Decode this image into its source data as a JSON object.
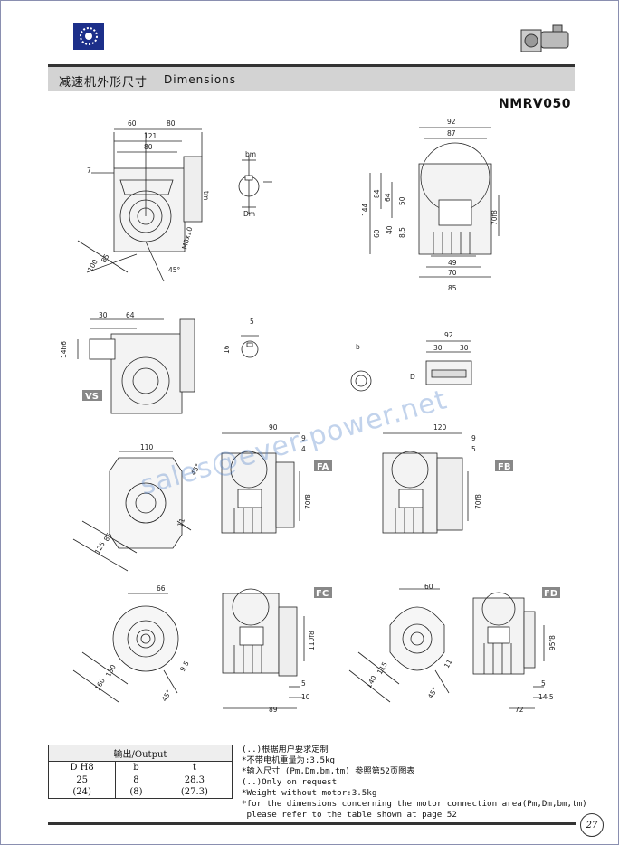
{
  "header": {
    "title_cn": "减速机外形尺寸",
    "title_en": "Dimensions",
    "logo_icon": "gear-logo-icon",
    "thumbnail_icon": "gearmotor-thumbnail-icon"
  },
  "model": "NMRV050",
  "watermark": "sales@ever-power.net",
  "labels": {
    "vs": "VS",
    "fa": "FA",
    "fb": "FB",
    "fc": "FC",
    "fd": "FD"
  },
  "dims": {
    "d60": "60",
    "d80": "80",
    "d121": "121",
    "d80b": "80",
    "d7": "7",
    "d100": "100",
    "d85": "85",
    "d45": "45°",
    "m8": "M8x10",
    "bm": "bm",
    "tm": "tm",
    "Dm": "Dm",
    "d92": "92",
    "d87": "87",
    "d144": "144",
    "d84": "84",
    "d64": "64",
    "d50": "50",
    "d60b": "60",
    "d40": "40",
    "d8": "8.5",
    "d70f8": "70f8",
    "d49": "49",
    "d70": "70",
    "d85b": "85",
    "d30": "30",
    "d64b": "64",
    "d14h6": "14h6",
    "d5": "5",
    "d16": "16",
    "b": "b",
    "D": "D",
    "d92b": "92",
    "d30b": "30",
    "d30c": "30",
    "d110": "110",
    "d45b": "45°",
    "d85c": "85",
    "d125": "125",
    "d11": "11",
    "d90": "90",
    "d9": "9",
    "d4": "4",
    "d70f8b": "70f8",
    "d120": "120",
    "d9b": "9",
    "d5b": "5",
    "d70f8c": "70f8",
    "d66": "66",
    "d130": "130",
    "d160": "160",
    "d45c": "45°",
    "d95": "9.5",
    "d110f8": "110f8",
    "d5c": "5",
    "d10": "10",
    "d89": "89",
    "d60c": "60",
    "d115": "115",
    "d140": "140",
    "d45d": "45°",
    "d11b": "11",
    "d95f8": "95f8",
    "d5d": "5",
    "d145": "14.5",
    "d72": "72"
  },
  "output_table": {
    "caption": "输出/Output",
    "columns": [
      "D H8",
      "b",
      "t"
    ],
    "row1": [
      "25",
      "8",
      "28.3"
    ],
    "row2": [
      "(24)",
      "(8)",
      "(27.3)"
    ]
  },
  "notes": [
    "(..)根据用户要求定制",
    "*不带电机重量为:3.5kg",
    "*输入尺寸 (Pm,Dm,bm,tm) 参照第52页图表",
    "(..)Only on request",
    "*Weight without motor:3.5kg",
    "*for the dimensions concerning the motor connection area(Pm,Dm,bm,tm)",
    " please refer to the table shown at page 52"
  ],
  "page_number": "27"
}
